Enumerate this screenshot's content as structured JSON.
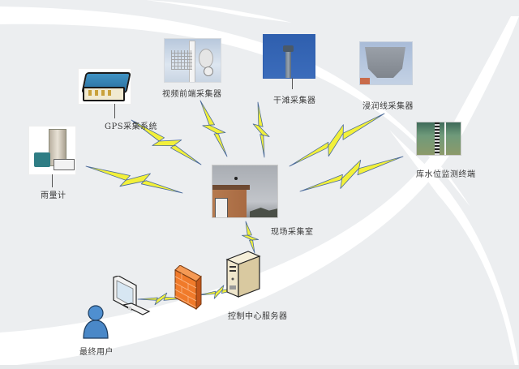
{
  "diagram": {
    "title": "",
    "background_color": "#eceef0",
    "accent_colors": {
      "lightning_fill": "#f2f03a",
      "lightning_edge": "#4a6a9a",
      "firewall": "#f07a2a",
      "user_icon": "#4a88c8",
      "server_body": "#efe6cc"
    },
    "nodes": {
      "gps": {
        "label": "GPS采集系统",
        "icon": "gps-receiver-icon"
      },
      "video": {
        "label": "视频前端采集器",
        "icon": "video-camera-antenna-icon"
      },
      "beach": {
        "label": "干滩采集器",
        "icon": "beach-sensor-pole-icon"
      },
      "seepage": {
        "label": "浸润线采集器",
        "icon": "seepage-collector-box-icon"
      },
      "water_level": {
        "label": "库水位监测终端",
        "icon": "water-level-gauge-icon"
      },
      "rain_gauge": {
        "label": "雨量计",
        "icon": "rain-gauge-icon"
      },
      "field_station": {
        "label": "现场采集室",
        "icon": "field-station-building-icon"
      },
      "server": {
        "label": "控制中心服务器",
        "icon": "server-tower-icon"
      },
      "firewall": {
        "label": "",
        "icon": "firewall-icon"
      },
      "monitor": {
        "label": "",
        "icon": "monitor-icon"
      },
      "end_user": {
        "label": "最终用户",
        "icon": "user-icon"
      }
    },
    "links": [
      {
        "from": "gps",
        "to": "field_station",
        "type": "wireless"
      },
      {
        "from": "video",
        "to": "field_station",
        "type": "wireless"
      },
      {
        "from": "beach",
        "to": "field_station",
        "type": "wireless"
      },
      {
        "from": "seepage",
        "to": "field_station",
        "type": "wireless"
      },
      {
        "from": "water_level",
        "to": "field_station",
        "type": "wireless"
      },
      {
        "from": "rain_gauge",
        "to": "field_station",
        "type": "wireless"
      },
      {
        "from": "field_station",
        "to": "server",
        "type": "wireless"
      },
      {
        "from": "server",
        "to": "firewall",
        "type": "wireless"
      },
      {
        "from": "firewall",
        "to": "monitor",
        "type": "wireless"
      }
    ]
  }
}
